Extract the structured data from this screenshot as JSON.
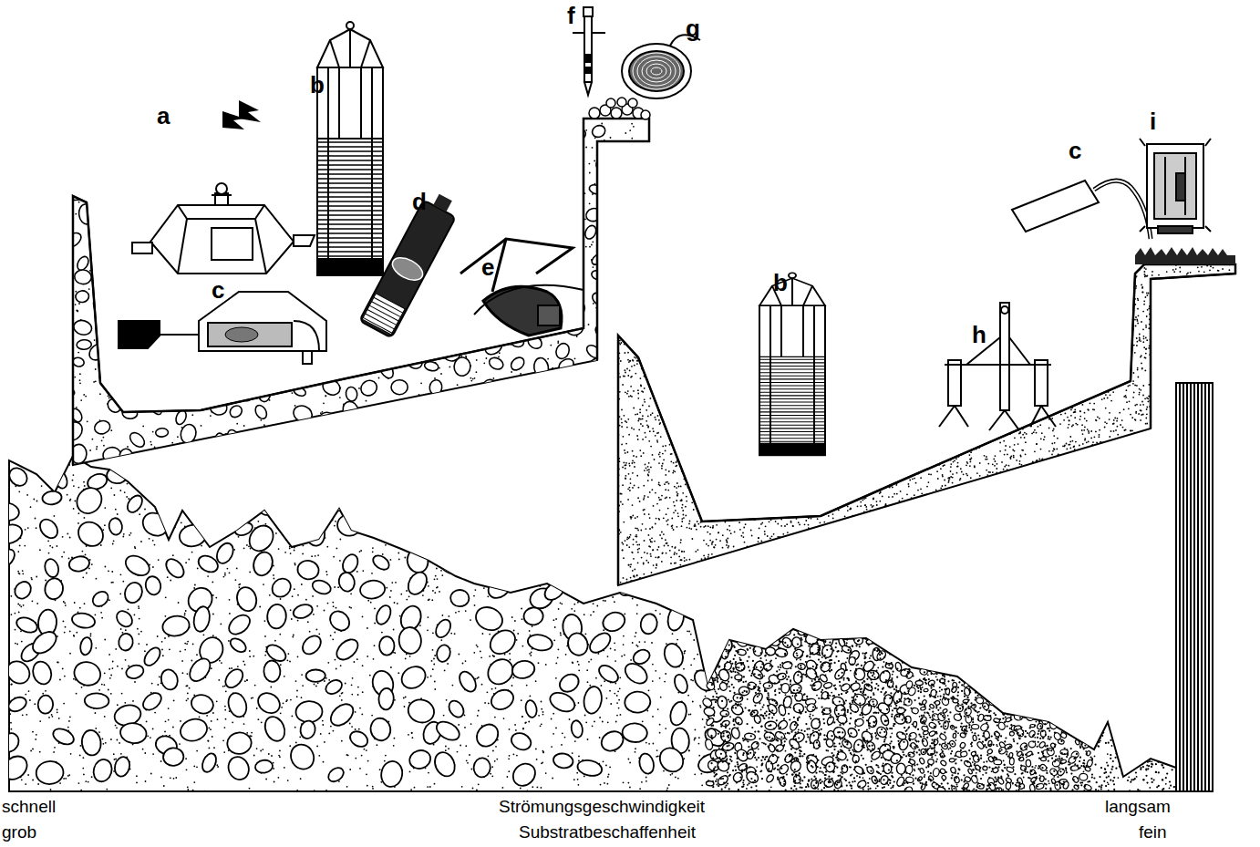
{
  "diagram": {
    "labels": [
      "f",
      "g",
      "b",
      "a",
      "d",
      "e",
      "c",
      "c",
      "i",
      "b",
      "h",
      "schnell",
      "Strömungsgeschwindigkeit",
      "langsam",
      "grob",
      "Substratbeschaffenheit",
      "fein"
    ]
  }
}
